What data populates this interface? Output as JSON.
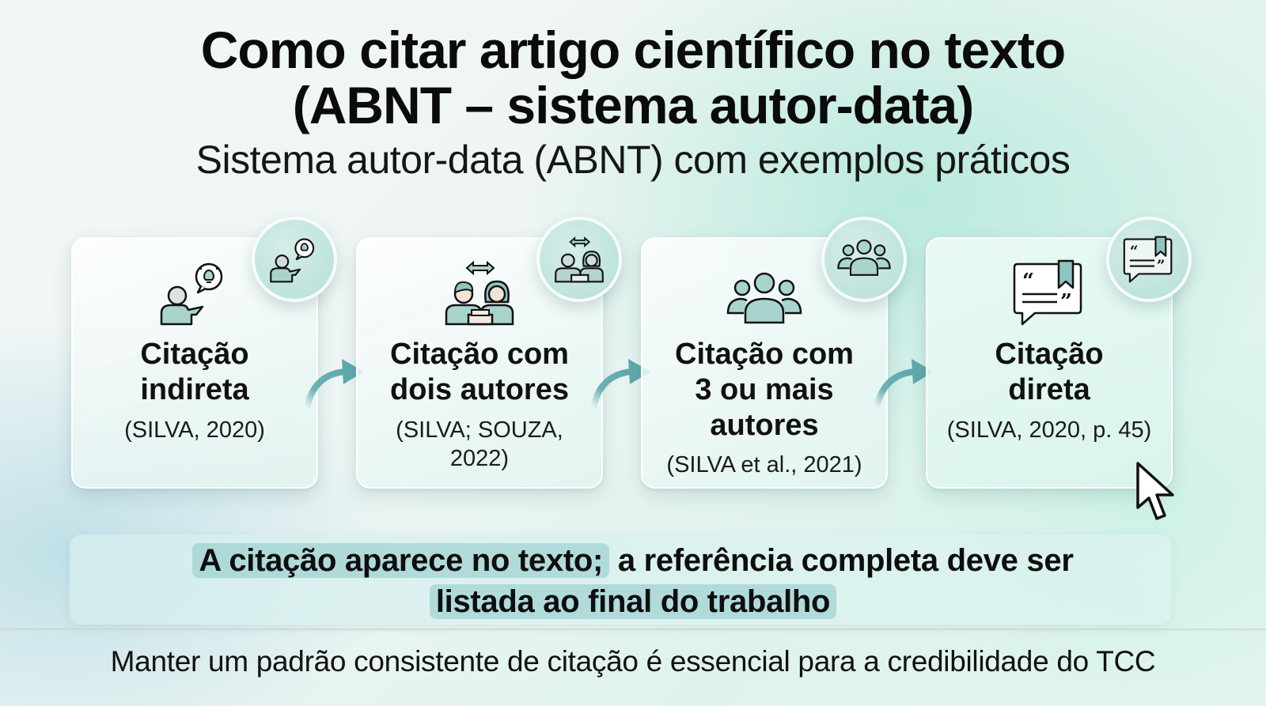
{
  "header": {
    "title_line1": "Como citar artigo científico no texto",
    "title_line2": "(ABNT – sistema autor-data)",
    "subtitle": "Sistema autor-data (ABNT) com exemplos práticos"
  },
  "cards": [
    {
      "icon": "person-idea-icon",
      "title_line1": "Citação",
      "title_line2": "indireta",
      "title_line3": "",
      "example_line1": "(SILVA, 2020)",
      "example_line2": ""
    },
    {
      "icon": "two-authors-icon",
      "title_line1": "Citação com",
      "title_line2": "dois autores",
      "title_line3": "",
      "example_line1": "(SILVA; SOUZA,",
      "example_line2": "2022)"
    },
    {
      "icon": "group-icon",
      "title_line1": "Citação com",
      "title_line2": "3 ou mais",
      "title_line3": "autores",
      "example_line1": "(SILVA et al., 2021)",
      "example_line2": ""
    },
    {
      "icon": "quote-bookmark-icon",
      "title_line1": "Citação",
      "title_line2": "direta",
      "title_line3": "",
      "example_line1": "(SILVA, 2020, p. 45)",
      "example_line2": ""
    }
  ],
  "callout": {
    "highlight1": "A citação aparece no texto;",
    "rest1": " a referência completa deve ser",
    "highlight2": "listada ao final do trabalho"
  },
  "footer": {
    "text": "Manter um padrão consistente de citação é essencial para a credibilidade do TCC"
  },
  "colors": {
    "accent_teal": "#5fa9ad",
    "icon_fill": "#a9d3cd",
    "highlight": "#8cc8c8"
  }
}
